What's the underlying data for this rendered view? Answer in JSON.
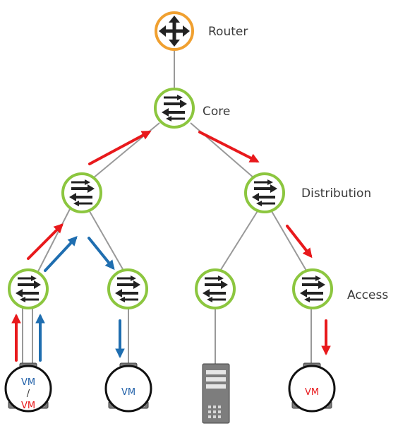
{
  "labels": {
    "router": "Router",
    "core": "Core",
    "distribution": "Distribution",
    "access": "Access"
  },
  "vm_host_1": {
    "top": "VM",
    "sep": "/",
    "bottom": "VM"
  },
  "vm_host_2": {
    "label": "VM"
  },
  "vm_host_4": {
    "label": "VM"
  },
  "colors": {
    "router_ring": "#f0a030",
    "switch_ring": "#8cc63f",
    "link": "#999999",
    "flow_red": "#e8191c",
    "flow_blue": "#1f6eb0",
    "vm_blue_text": "#1f5fa8",
    "vm_red_text": "#e8191c"
  },
  "icons": {
    "router": "router-arrows-icon",
    "switch": "switch-arrows-icon",
    "server": "server-tower-icon"
  }
}
